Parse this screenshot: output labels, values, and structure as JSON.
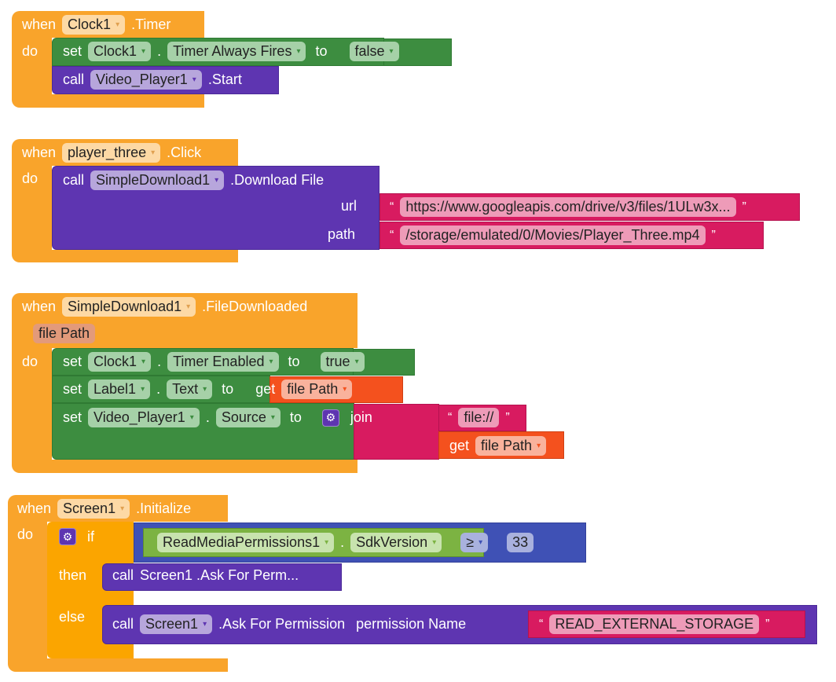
{
  "kw": {
    "when": "when",
    "do": "do",
    "set": "set",
    "call": "call",
    "to": "to",
    "dot": ".",
    "get": "get",
    "if": "if",
    "then": "then",
    "else": "else",
    "join": "join",
    "open_quote": "“",
    "close_quote": "”",
    "dropdown": "▾",
    "gear": "⚙"
  },
  "b1": {
    "component": "Clock1",
    "event": ".Timer",
    "set_comp": "Clock1",
    "set_prop": "Timer Always Fires",
    "value": "false",
    "call_comp": "Video_Player1",
    "call_method": ".Start"
  },
  "b2": {
    "component": "player_three",
    "event": ".Click",
    "call_comp": "SimpleDownload1",
    "call_method": ".Download File",
    "url_label": "url",
    "url_value": "https://www.googleapis.com/drive/v3/files/1ULw3x...",
    "path_label": "path",
    "path_value": "/storage/emulated/0/Movies/Player_Three.mp4"
  },
  "b3": {
    "component": "SimpleDownload1",
    "event": ".FileDownloaded",
    "param": "file Path",
    "set1_comp": "Clock1",
    "set1_prop": "Timer Enabled",
    "set1_value": "true",
    "set2_comp": "Label1",
    "set2_prop": "Text",
    "set2_get": "file Path",
    "set3_comp": "Video_Player1",
    "set3_prop": "Source",
    "join_str": "file://",
    "join_get": "file Path"
  },
  "b4": {
    "component": "Screen1",
    "event": ".Initialize",
    "cond_comp": "ReadMediaPermissions1",
    "cond_prop": "SdkVersion",
    "op": "≥",
    "num": "33",
    "then_call": "Screen1 .Ask For Perm...",
    "else_comp": "Screen1",
    "else_method": ".Ask For Permission",
    "else_param": "permission Name",
    "else_value": "READ_EXTERNAL_STORAGE"
  }
}
